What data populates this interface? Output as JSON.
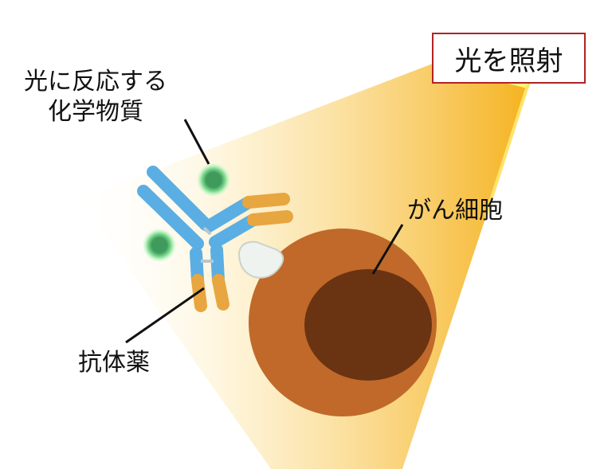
{
  "labels": {
    "light_irradiation": "光を照射",
    "chemical_line1": "光に反応する",
    "chemical_line2": "化学物質",
    "cancer_cell": "がん細胞",
    "antibody_drug": "抗体薬"
  },
  "colors": {
    "light_beam": "#f5b21e",
    "light_edge": "#fff27a",
    "antibody_arm": "#5aaee3",
    "antibody_tip": "#e8a640",
    "chemical_sphere": "#4fa868",
    "chemical_glow": "#a8f0b0",
    "cell_outer": "#c0692a",
    "cell_nucleus": "#6a3413",
    "frame_border": "#b22222"
  }
}
